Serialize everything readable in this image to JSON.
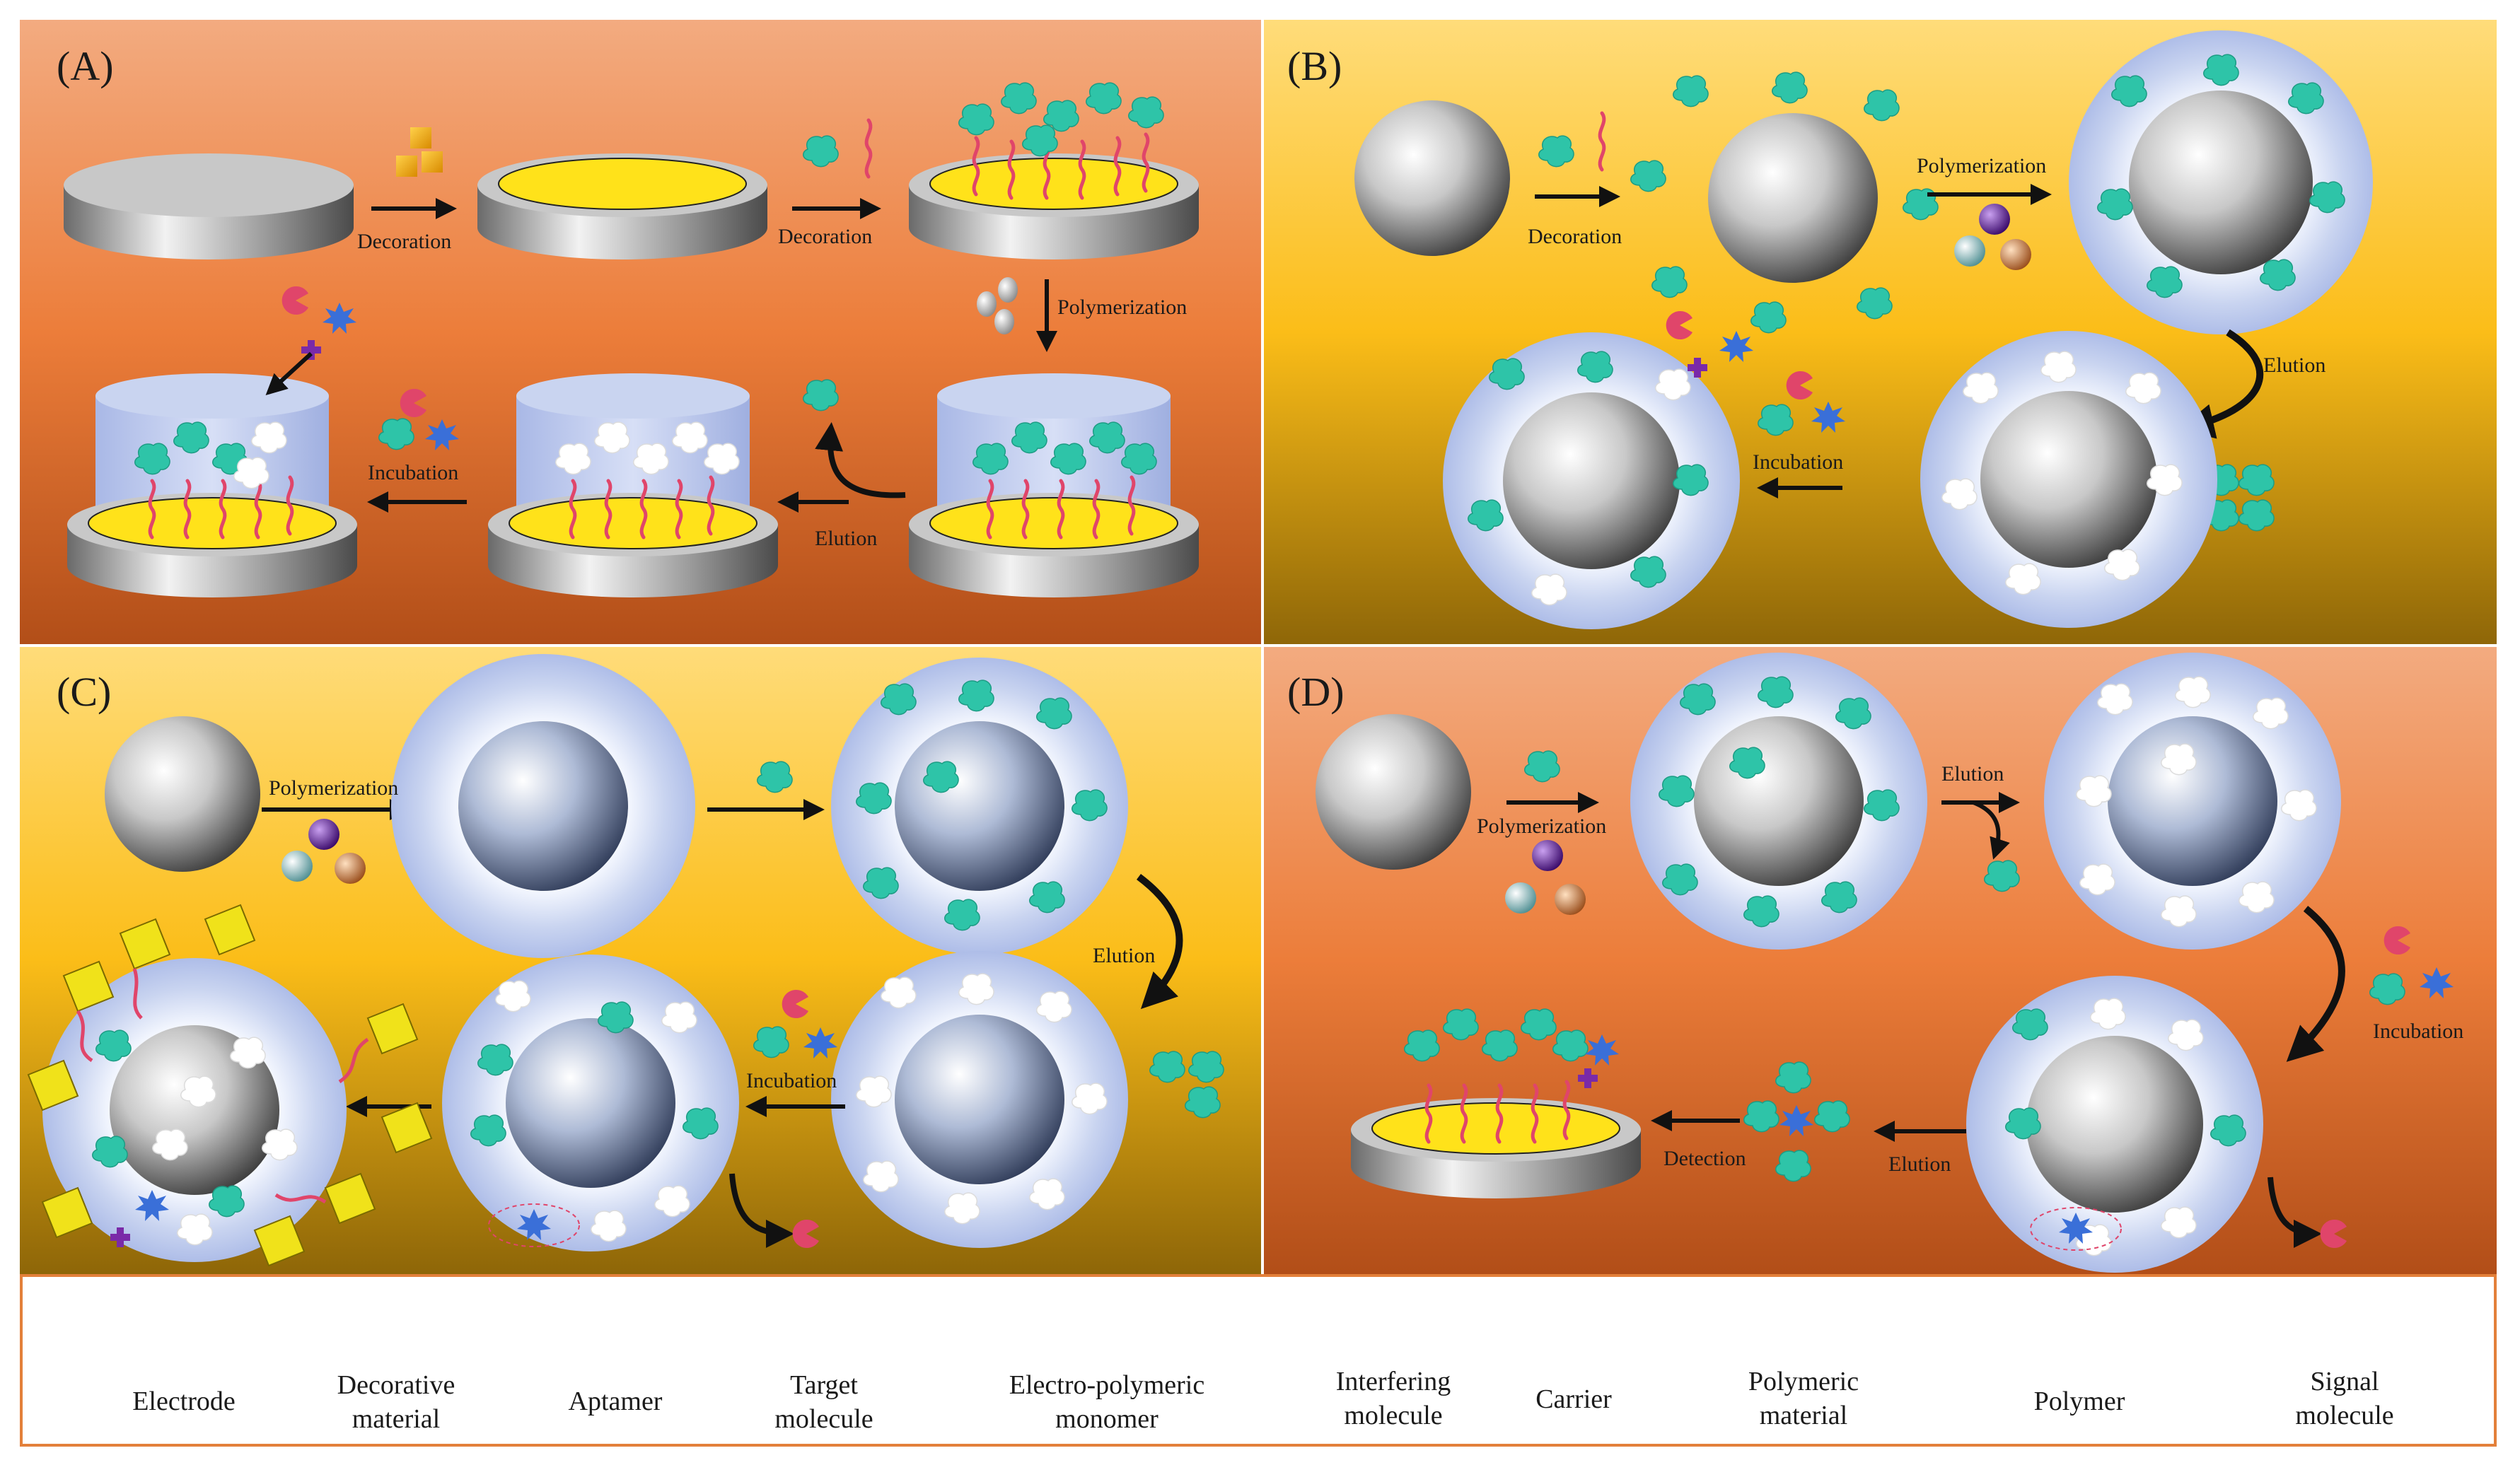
{
  "panels": {
    "A": {
      "label": "(A)",
      "steps": [
        "Decoration",
        "Decoration",
        "Polymerization",
        "Elution",
        "Incubation"
      ]
    },
    "B": {
      "label": "(B)",
      "steps": [
        "Decoration",
        "Polymerization",
        "Elution",
        "Incubation"
      ]
    },
    "C": {
      "label": "(C)",
      "steps": [
        "Polymerization",
        "Elution",
        "Incubation"
      ]
    },
    "D": {
      "label": "(D)",
      "steps": [
        "Polymerization",
        "Elution",
        "Incubation",
        "Elution",
        "Detection"
      ]
    }
  },
  "legend": [
    {
      "icon": "electrode-icon",
      "label": "Electrode"
    },
    {
      "icon": "decorative-material-icon",
      "label": "Decorative\nmaterial"
    },
    {
      "icon": "aptamer-icon",
      "label": "Aptamer"
    },
    {
      "icon": "target-molecule-icon",
      "label": "Target\nmolecule"
    },
    {
      "icon": "electro-polymeric-monomer-icon",
      "label": "Electro-polymeric\nmonomer"
    },
    {
      "icon": "interfering-molecule-icon",
      "label": "Interfering\nmolecule"
    },
    {
      "icon": "carrier-icon",
      "label": "Carrier"
    },
    {
      "icon": "polymeric-material-icon",
      "label": "Polymeric\nmaterial"
    },
    {
      "icon": "polymer-icon",
      "label": "Polymer"
    },
    {
      "icon": "signal-molecule-icon",
      "label": "Signal\nmolecule"
    }
  ],
  "colors": {
    "orange_panel_top": "#f3a87a",
    "orange_panel_bottom": "#b9521c",
    "yellow_panel_top": "#ffd76a",
    "yellow_panel_bottom": "#9a6e08",
    "gold_surface": "#ffe21a",
    "target": "#2ec4a8",
    "aptamer": "#e0456a",
    "interferer_blue": "#3a6fd8",
    "legend_border": "#e3803a"
  }
}
